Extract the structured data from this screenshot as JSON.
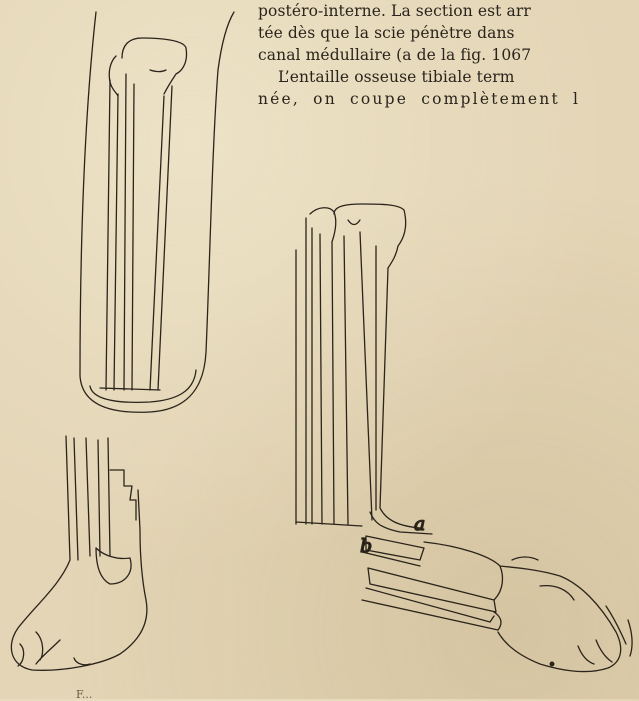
{
  "page_text": {
    "lines": [
      "postéro-interne. La section est arr",
      "tée dès que la scie pénètre dans",
      "canal médullaire (a de la fig. 1067",
      "L’entaille osseuse tibiale term",
      "née, on coupe complètement l"
    ]
  },
  "figure": {
    "labels": {
      "a": "a",
      "b": "b"
    },
    "caption_fragment": "F..."
  }
}
